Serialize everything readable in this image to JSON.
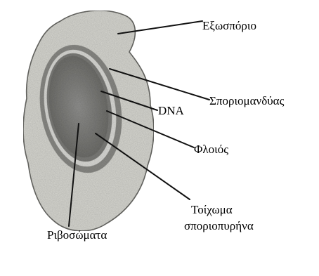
{
  "labels": {
    "exosporium": "Εξωσπόριο",
    "spore_coat": "Σποριομανδύας",
    "dna": "DNA",
    "cortex": "Φλοιός",
    "core_wall_line1": "Τοίχωμα",
    "core_wall_line2": "σποριοπυρήνα",
    "ribosomes": "Ριβοσώματα"
  },
  "colors": {
    "background": "#ffffff",
    "exosporium_fill": "#d8d8d2",
    "exosporium_outline": "#6a6a66",
    "coat_fill": "#8a8a86",
    "cortex_fill": "#dcdcd8",
    "inner_ring_fill": "#7e7e7a",
    "core_fill": "#6c6c68",
    "core_center_fill": "#929290",
    "leader_line": "#111111",
    "text": "#000000"
  }
}
